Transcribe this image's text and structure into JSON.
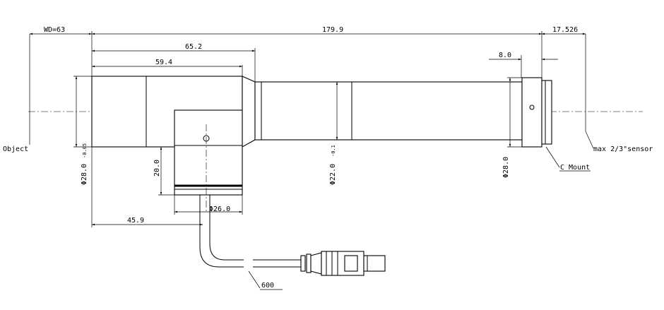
{
  "dimensions": {
    "wd": "WD=63",
    "total_length": "179.9",
    "back_focus": "17.526",
    "body_length": "65.2",
    "front_barrel": "59.4",
    "mount_offset": "8.0",
    "front_diameter": "Φ28.0",
    "front_tolerance": "-0.05",
    "tube_diameter": "Φ22.0",
    "tube_tolerance": "-0.1",
    "mount_diameter": "Φ28.0",
    "illuminator_height": "20.0",
    "illuminator_diameter": "Φ26.0",
    "illuminator_offset": "45.9",
    "cable_length": "600"
  },
  "labels": {
    "object": "Object",
    "sensor": "max 2/3\"sensor",
    "mount": "C Mount"
  }
}
